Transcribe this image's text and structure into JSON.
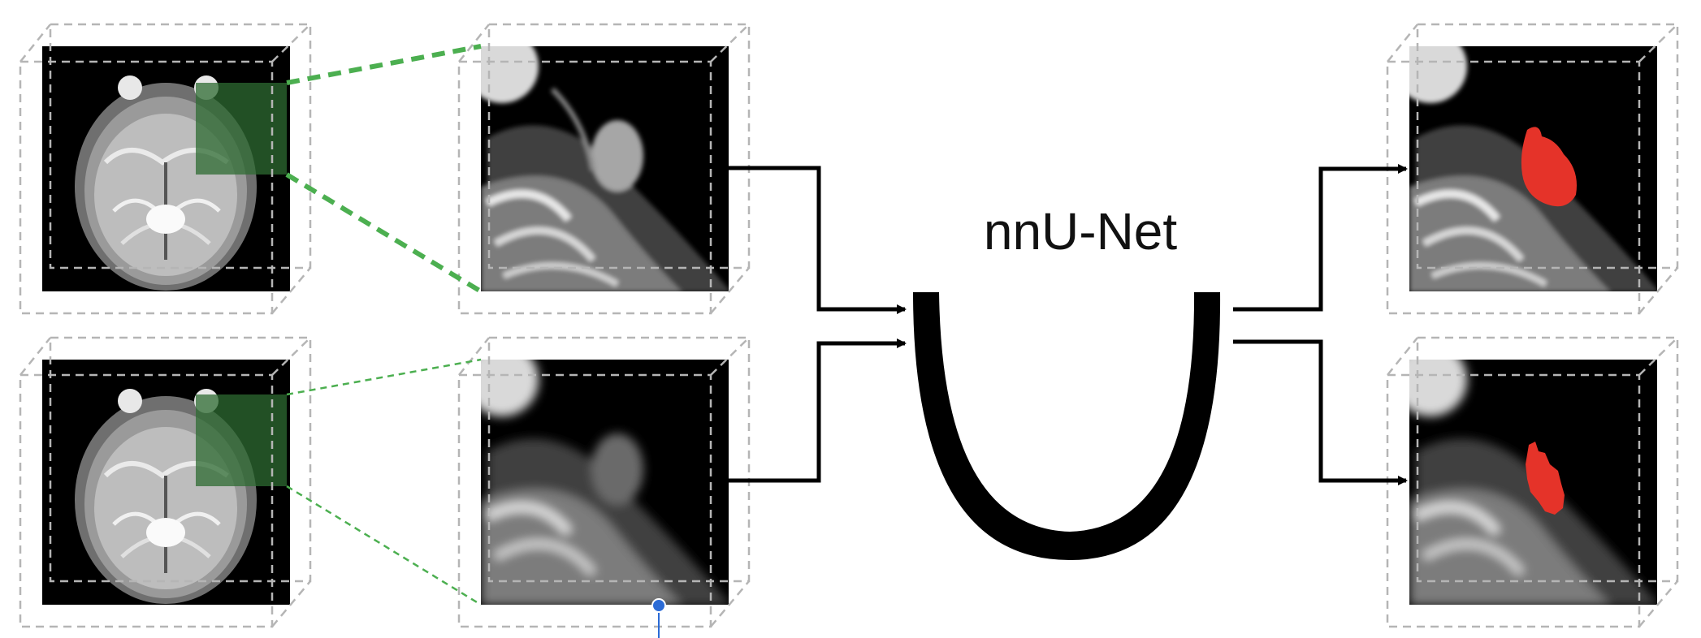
{
  "network": {
    "label": "nnU-Net"
  },
  "colors": {
    "background": "#ffffff",
    "cube_edge": "#b5b5b5",
    "roi_box": "#2e6b32",
    "connector_line": "#4caf50",
    "arrow": "#000000",
    "segmentation": "#e53329",
    "cursor": "#2b6bd6"
  },
  "panels": [
    {
      "name": "full-scan-top",
      "kind": "full-axial-mri",
      "contrast": "sharp"
    },
    {
      "name": "full-scan-bottom",
      "kind": "full-axial-mri",
      "contrast": "sharp"
    },
    {
      "name": "crop-top",
      "kind": "cropped-roi",
      "contrast": "sharp"
    },
    {
      "name": "crop-bottom",
      "kind": "cropped-roi",
      "contrast": "blurred"
    },
    {
      "name": "output-top",
      "kind": "segmentation-result",
      "lesion_color": "#e53329"
    },
    {
      "name": "output-bottom",
      "kind": "segmentation-result",
      "lesion_color": "#e53329"
    }
  ],
  "icons": [
    "u-shape-network-icon",
    "arrow-icon",
    "cursor-handle-icon"
  ]
}
